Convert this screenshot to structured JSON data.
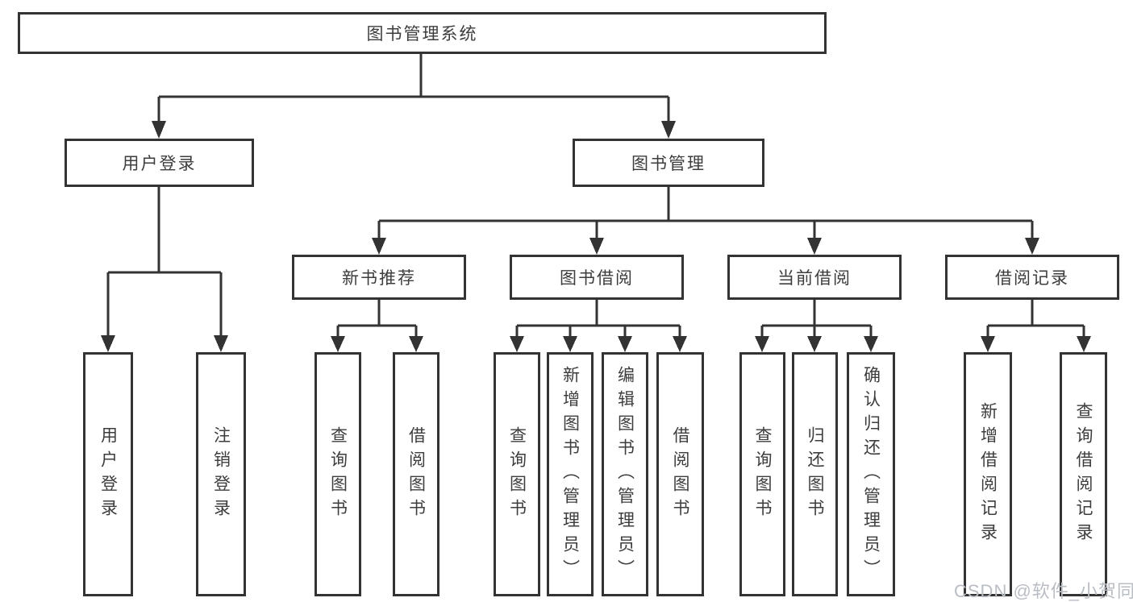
{
  "tree": {
    "root": {
      "label": "图书管理系统"
    },
    "branches": [
      {
        "label": "用户登录",
        "children": [
          {
            "label": "用户登录"
          },
          {
            "label": "注销登录"
          }
        ]
      },
      {
        "label": "图书管理",
        "children": [
          {
            "label": "新书推荐",
            "children": [
              {
                "label": "查询图书"
              },
              {
                "label": "借阅图书"
              }
            ]
          },
          {
            "label": "图书借阅",
            "children": [
              {
                "label": "查询图书"
              },
              {
                "label": "新增图书（管理员）"
              },
              {
                "label": "编辑图书（管理员）"
              },
              {
                "label": "借阅图书"
              }
            ]
          },
          {
            "label": "当前借阅",
            "children": [
              {
                "label": "查询图书"
              },
              {
                "label": "归还图书"
              },
              {
                "label": "确认归还（管理员）"
              }
            ]
          },
          {
            "label": "借阅记录",
            "children": [
              {
                "label": "新增借阅记录"
              },
              {
                "label": "查询借阅记录"
              }
            ]
          }
        ]
      }
    ]
  },
  "watermark": "CSDN @软件_小贺同学",
  "colors": {
    "line": "#333333",
    "text": "#3d3d3d",
    "watermark": "#b9bdc4",
    "background": "#ffffff"
  }
}
